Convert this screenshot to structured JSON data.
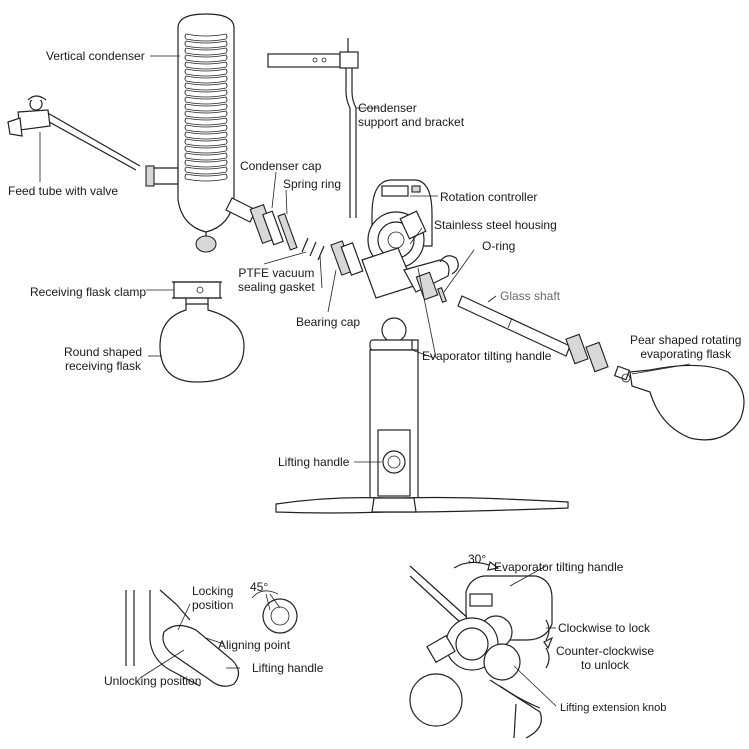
{
  "labels": {
    "vertical_condenser": "Vertical condenser",
    "condenser_support": "Condenser\nsupport and bracket",
    "feed_tube": "Feed tube with valve",
    "condenser_cap": "Condenser cap",
    "spring_ring": "Spring ring",
    "rotation_controller": "Rotation controller",
    "stainless_housing": "Stainless steel housing",
    "o_ring": "O-ring",
    "ptfe_gasket": "PTFE vacuum\nsealing gasket",
    "receiving_clamp": "Receiving flask clamp",
    "glass_shaft": "Glass shaft",
    "bearing_cap": "Bearing cap",
    "round_flask": "Round shaped\nreceiving flask",
    "evap_tilting_handle": "Evaporator tilting handle",
    "pear_flask": "Pear shaped rotating\nevaporating flask",
    "lifting_handle": "Lifting handle",
    "locking_position": "Locking\nposition",
    "angle_45": "45°",
    "aligning_point": "Aligning point",
    "lifting_handle_2": "Lifting handle",
    "unlocking_position": "Unlocking position",
    "angle_30": "30°",
    "evap_tilting_handle_2": "Evaporator tilting handle",
    "clockwise_lock": "Clockwise to lock",
    "ccw_unlock": "Counter-clockwise\nto unlock",
    "lifting_ext_knob": "Lifting extension knob"
  }
}
